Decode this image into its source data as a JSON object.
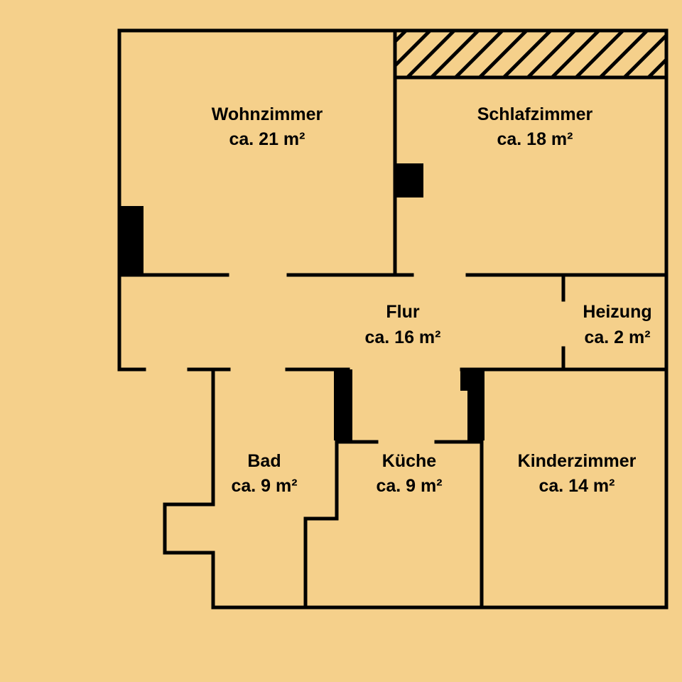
{
  "colors": {
    "background": "#F5D08B",
    "wall": "#000000"
  },
  "rooms": {
    "wohnzimmer": {
      "name": "Wohnzimmer",
      "area": "ca. 21 m²"
    },
    "schlafzimmer": {
      "name": "Schlafzimmer",
      "area": "ca. 18 m²"
    },
    "flur": {
      "name": "Flur",
      "area": "ca. 16 m²"
    },
    "heizung": {
      "name": "Heizung",
      "area": "ca. 2 m²"
    },
    "bad": {
      "name": "Bad",
      "area": "ca. 9 m²"
    },
    "kueche": {
      "name": "Küche",
      "area": "ca. 9 m²"
    },
    "kinderzimmer": {
      "name": "Kinderzimmer",
      "area": "ca. 14 m²"
    }
  },
  "features": {
    "balcony": "hatched-balcony",
    "chimneys": [
      "wohnzimmer-chimney",
      "schlafzimmer-chimney",
      "kueche-left-pillar",
      "kueche-right-pillar"
    ]
  }
}
